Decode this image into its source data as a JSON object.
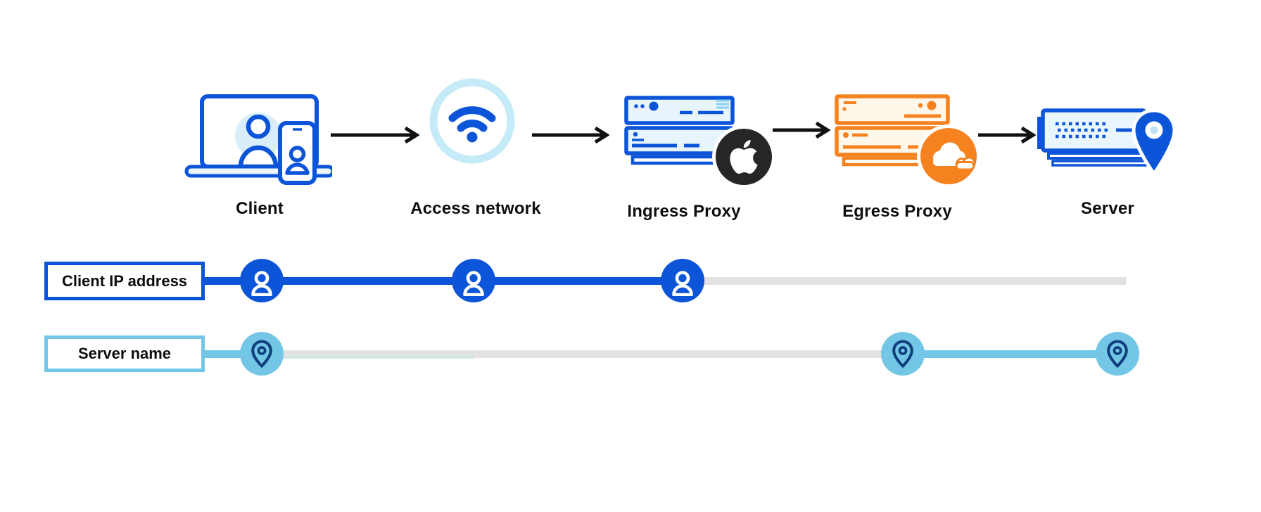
{
  "flow": {
    "stages": [
      {
        "label": "Client",
        "icon": "laptop-and-phone-with-user"
      },
      {
        "label": "Access network",
        "icon": "wifi"
      },
      {
        "label": "Ingress Proxy",
        "icon": "server-stack-blue",
        "badge": "apple-logo"
      },
      {
        "label": "Egress Proxy",
        "icon": "server-stack-orange",
        "badge": "cloudflare-logo"
      },
      {
        "label": "Server",
        "icon": "server-with-location-pin"
      }
    ],
    "arrow_count": 4
  },
  "tracks": [
    {
      "label": "Client IP address",
      "marker_icon": "user-circle",
      "marker_count": 3,
      "visible_at_stages": [
        "Client",
        "Access network",
        "Ingress Proxy"
      ],
      "line_color": "#0C55D9"
    },
    {
      "label": "Server name",
      "marker_icon": "location-pin-circle",
      "marker_count": 3,
      "visible_at_stages": [
        "Client",
        "Egress Proxy",
        "Server"
      ],
      "line_color": "#73C6E5"
    }
  ],
  "colors": {
    "blue": "#0C55D9",
    "light_blue_fill": "#E7F4FC",
    "avatar_fill": "#D9EEFA",
    "sky": "#73C6E5",
    "sky_ring": "#C5EAF8",
    "navy_pin": "#0E3E7B",
    "orange": "#F6821F",
    "cream": "#FEF7EA",
    "track_gray": "#E2E2E2",
    "badge_black": "#262626",
    "arrow_black": "#111111",
    "text": "#0D0D0D",
    "background": "#FFFFFF"
  }
}
